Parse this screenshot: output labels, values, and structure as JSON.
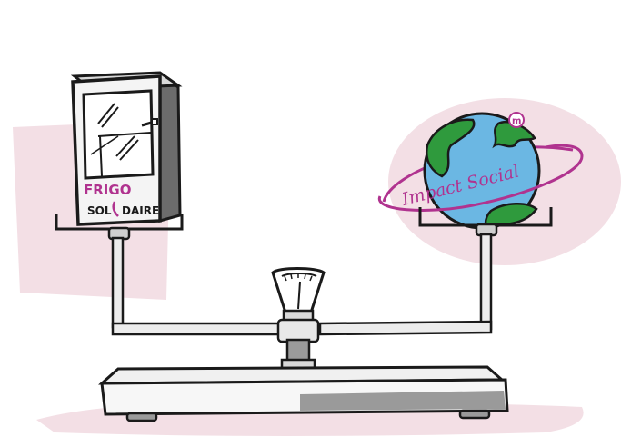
{
  "fridge": {
    "line1": "FRIGO",
    "line2a": "SOL",
    "line2b": "DAIRE"
  },
  "planet": {
    "text": "Impact Social",
    "badge": "m"
  },
  "colors": {
    "pink_wash": "#f3dfe5",
    "magenta": "#b0338f",
    "ocean": "#6bb7e3",
    "land": "#2f9a3d",
    "ink": "#1a1a1a",
    "shadow": "#9a9a9a"
  }
}
